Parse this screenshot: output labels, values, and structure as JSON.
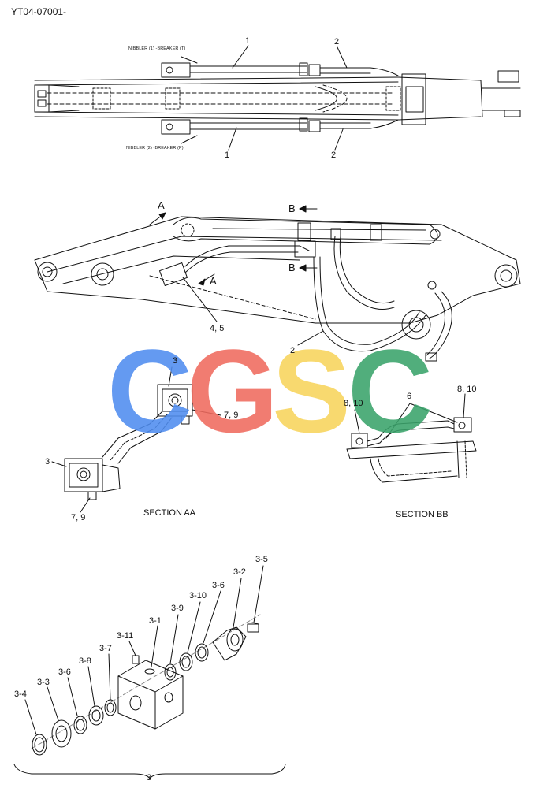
{
  "document_id": "YT04-07001-",
  "top_view": {
    "upper_label": "NIBBLER (1) -BREAKER (T)",
    "lower_label": "NIBBLER (2) -BREAKER (P)",
    "callouts": [
      "1",
      "2",
      "1",
      "2"
    ]
  },
  "side_view": {
    "arrow_a": "A",
    "arrow_b": "B",
    "callouts": [
      "4, 5",
      "2"
    ]
  },
  "section_aa": {
    "title": "SECTION AA",
    "callouts": [
      "3",
      "7, 9",
      "3",
      "7, 9"
    ]
  },
  "section_bb": {
    "title": "SECTION BB",
    "callouts": [
      "8, 10",
      "6",
      "8, 10"
    ]
  },
  "watermark": {
    "text": "CGSC",
    "letters": [
      "C",
      "G",
      "S",
      "C"
    ],
    "colors": [
      "#4f8df0",
      "#f06a5e",
      "#f8d45c",
      "#3aa36b"
    ]
  },
  "exploded_view": {
    "parts": [
      "3-4",
      "3-3",
      "3-6",
      "3-8",
      "3-7",
      "3-11",
      "3-1",
      "3-9",
      "3-10",
      "3-6",
      "3-2",
      "3-5"
    ],
    "group_label": "3"
  }
}
